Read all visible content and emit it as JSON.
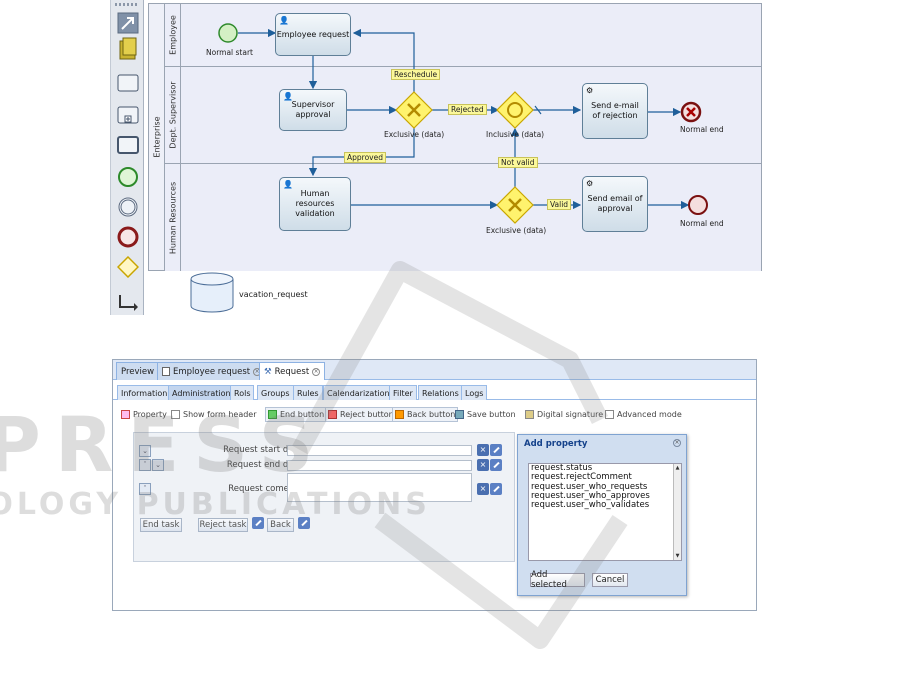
{
  "bpmn": {
    "pool_label": "Enterprise",
    "lanes": [
      "Employee",
      "Dept. Supervisor",
      "Human Resources"
    ],
    "events": {
      "start": "Normal start",
      "end_rejection": "Normal end",
      "end_approval": "Normal end"
    },
    "tasks": {
      "employee_request": "Employee request",
      "supervisor_approval": "Supervisor approval",
      "send_rejection": "Send e-mail of rejection",
      "hr_validation": "Human resources validation",
      "send_approval": "Send email of approval"
    },
    "gateways": {
      "exclusive1": "Exclusive (data)",
      "inclusive": "Inclusive (data)",
      "exclusive2": "Exclusive (data)"
    },
    "flow_labels": {
      "reschedule": "Reschedule",
      "rejected": "Rejected",
      "approved": "Approved",
      "not_valid": "Not valid",
      "valid": "Valid"
    },
    "datastore": "vacation_request"
  },
  "form": {
    "editor_tabs": [
      {
        "label": "Preview"
      },
      {
        "label": "Employee request"
      },
      {
        "label": "Request"
      }
    ],
    "sub_tabs": [
      "Information",
      "Administration",
      "Rols",
      "Groups",
      "Rules",
      "Calendarization",
      "Filter",
      "Relations",
      "Logs"
    ],
    "active_sub_tab": "Administration",
    "toolbar": [
      "Property",
      "Show form header",
      "End button",
      "Reject button",
      "Back button",
      "Save button",
      "Digital signature",
      "Advanced mode"
    ],
    "fields": [
      {
        "label": "Request start date"
      },
      {
        "label": "Request end date"
      },
      {
        "label": "Request coments"
      }
    ],
    "buttons": [
      "End task",
      "Reject task",
      "Back"
    ],
    "dialog": {
      "title": "Add property",
      "options": [
        "request.status",
        "request.rejectComment",
        "request.user_who_requests",
        "request.user_who_approves",
        "request.user_who_validates"
      ],
      "add_label": "Add selected",
      "cancel_label": "Cancel"
    }
  },
  "watermark": {
    "line1": "SCITEPRESS",
    "line2": "SCIENCE AND TECHNOLOGY PUBLICATIONS"
  }
}
